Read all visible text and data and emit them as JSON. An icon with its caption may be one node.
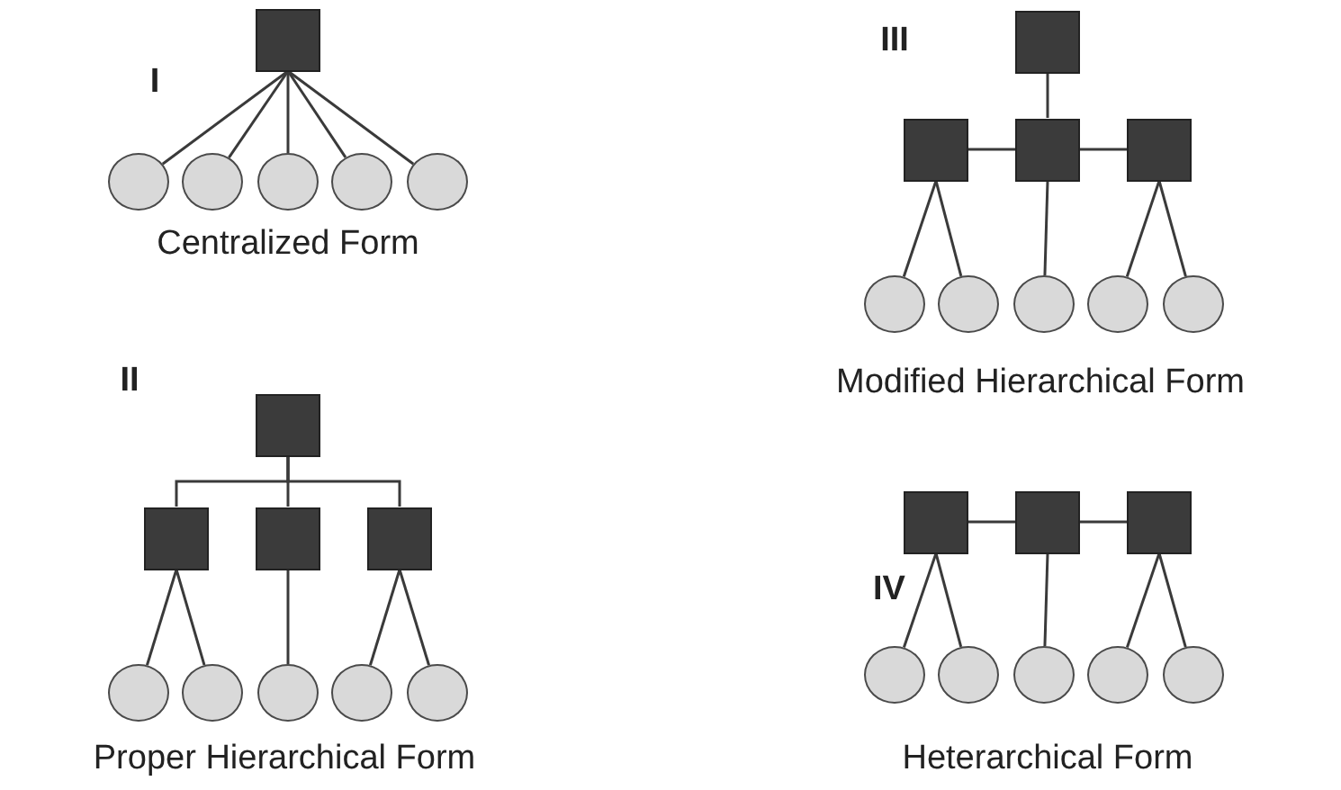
{
  "diagram": {
    "nodes": [
      {
        "text": [],
        "shape": "box"
      },
      {
        "text": [],
        "shape": "circle"
      },
      {
        "text": [],
        "shape": "circle"
      },
      {
        "text": [],
        "shape": "circle"
      },
      {
        "text": [],
        "shape": "circle"
      },
      {
        "text": [],
        "shape": "circle"
      },
      {
        "text": [],
        "shape": "box"
      },
      {
        "text": [],
        "shape": "box"
      },
      {
        "text": [],
        "shape": "box"
      },
      {
        "text": [],
        "shape": "box"
      },
      {
        "text": [],
        "shape": "circle"
      },
      {
        "text": [],
        "shape": "circle"
      },
      {
        "text": [],
        "shape": "circle"
      },
      {
        "text": [],
        "shape": "circle"
      },
      {
        "text": [],
        "shape": "circle"
      },
      {
        "text": [],
        "shape": "box"
      },
      {
        "text": [],
        "shape": "box"
      },
      {
        "text": [],
        "shape": "box"
      },
      {
        "text": [],
        "shape": "box"
      },
      {
        "text": [],
        "shape": "circle"
      },
      {
        "text": [],
        "shape": "circle"
      },
      {
        "text": [],
        "shape": "circle"
      },
      {
        "text": [],
        "shape": "circle"
      },
      {
        "text": [],
        "shape": "circle"
      },
      {
        "text": [],
        "shape": "box"
      },
      {
        "text": [],
        "shape": "box"
      },
      {
        "text": [],
        "shape": "box"
      },
      {
        "text": [],
        "shape": "circle"
      },
      {
        "text": [],
        "shape": "circle"
      },
      {
        "text": [],
        "shape": "circle"
      },
      {
        "text": [],
        "shape": "circle"
      },
      {
        "text": [],
        "shape": "circle"
      }
    ],
    "edges": [
      {
        "from": 0,
        "to": 1,
        "arrow": "none"
      },
      {
        "from": 0,
        "to": 2,
        "arrow": "none"
      },
      {
        "from": 0,
        "to": 3,
        "arrow": "none"
      },
      {
        "from": 0,
        "to": 4,
        "arrow": "none"
      },
      {
        "from": 0,
        "to": 5,
        "arrow": "none"
      },
      {
        "from": 6,
        "to": 7,
        "arrow": "none"
      },
      {
        "from": 6,
        "to": 8,
        "arrow": "none"
      },
      {
        "from": 6,
        "to": 9,
        "arrow": "none"
      },
      {
        "from": 7,
        "to": 10,
        "arrow": "none"
      },
      {
        "from": 7,
        "to": 11,
        "arrow": "none"
      },
      {
        "from": 8,
        "to": 12,
        "arrow": "none"
      },
      {
        "from": 9,
        "to": 13,
        "arrow": "none"
      },
      {
        "from": 9,
        "to": 14,
        "arrow": "none"
      },
      {
        "from": 15,
        "to": 17,
        "arrow": "none"
      },
      {
        "from": 16,
        "to": 17,
        "arrow": "none"
      },
      {
        "from": 17,
        "to": 18,
        "arrow": "none"
      },
      {
        "from": 16,
        "to": 19,
        "arrow": "none"
      },
      {
        "from": 16,
        "to": 20,
        "arrow": "none"
      },
      {
        "from": 17,
        "to": 21,
        "arrow": "none"
      },
      {
        "from": 18,
        "to": 22,
        "arrow": "none"
      },
      {
        "from": 18,
        "to": 23,
        "arrow": "none"
      },
      {
        "from": 24,
        "to": 25,
        "arrow": "none"
      },
      {
        "from": 25,
        "to": 26,
        "arrow": "none"
      },
      {
        "from": 24,
        "to": 27,
        "arrow": "none"
      },
      {
        "from": 24,
        "to": 28,
        "arrow": "none"
      },
      {
        "from": 25,
        "to": 29,
        "arrow": "none"
      },
      {
        "from": 26,
        "to": 30,
        "arrow": "none"
      },
      {
        "from": 26,
        "to": 31,
        "arrow": "none"
      }
    ],
    "labels": [
      "I",
      "III",
      "Centralized Form",
      "Modified Hierarchical Form",
      "II",
      "IV",
      "Proper Hierarchical Form",
      "Heterarchical Form"
    ]
  }
}
